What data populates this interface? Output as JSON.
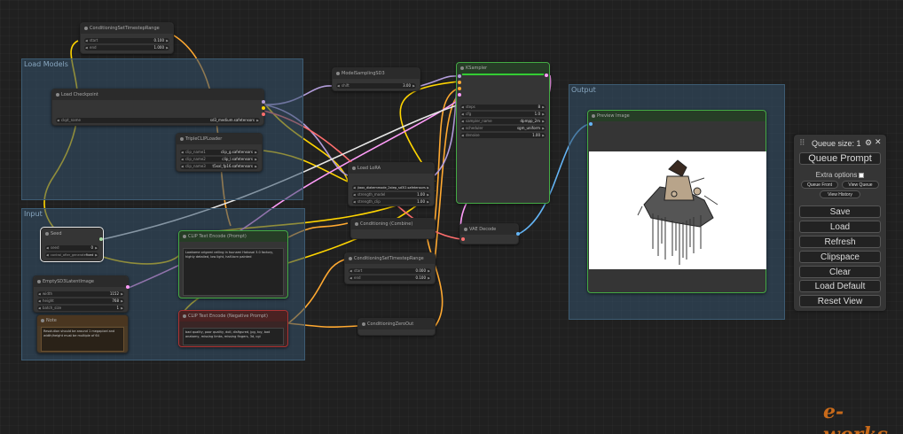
{
  "groups": {
    "load_models": "Load Models",
    "input": "Input",
    "output": "Output"
  },
  "nodes": {
    "cond_range_top": {
      "title": "ConditioningSetTimestepRange",
      "start_label": "start",
      "start_value": "0.100",
      "end_label": "end",
      "end_value": "1.000"
    },
    "load_checkpoint": {
      "title": "Load Checkpoint",
      "ckpt_label": "ckpt_name",
      "ckpt_value": "sd3_medium.safetensors"
    },
    "triple_clip": {
      "title": "TripleCLIPLoader",
      "c1_label": "clip_name1",
      "c1_value": "clip_g.safetensors",
      "c2_label": "clip_name2",
      "c2_value": "clip_l.safetensors",
      "c3_label": "clip_name3",
      "c3_value": "t5xxl_fp16.safetensors"
    },
    "model_sampling": {
      "title": "ModelSamplingSD3",
      "shift_label": "shift",
      "shift_value": "3.00"
    },
    "ksampler": {
      "title": "KSampler",
      "steps_label": "steps",
      "steps_value": "8",
      "cfg_label": "cfg",
      "cfg_value": "1.0",
      "sampler_label": "sampler_name",
      "sampler_value": "dpmpp_2m",
      "scheduler_label": "scheduler",
      "scheduler_value": "sgm_uniform",
      "denoise_label": "denoise",
      "denoise_value": "1.00"
    },
    "load_lora": {
      "title": "Load LoRA",
      "lora_value": "jiaox_diakemmode_2step_sd3l2.safetensors",
      "sm_label": "strength_model",
      "sm_value": "1.00",
      "sc_label": "strength_clip",
      "sc_value": "1.00"
    },
    "cond_combine": {
      "title": "Conditioning (Combine)"
    },
    "cond_range_mid": {
      "title": "ConditioningSetTimestepRange",
      "start_label": "start",
      "start_value": "0.000",
      "end_label": "end",
      "end_value": "0.100"
    },
    "cond_zero": {
      "title": "ConditioningZeroOut"
    },
    "vae_decode": {
      "title": "VAE Decode"
    },
    "seed": {
      "title": "Seed",
      "seed_label": "seed",
      "seed_value": "0",
      "cag_label": "control_after_generate",
      "cag_value": "fixed"
    },
    "empty_latent": {
      "title": "EmptySD3LatentImage",
      "w_label": "width",
      "w_value": "1152",
      "h_label": "height",
      "h_value": "768",
      "b_label": "batch_size",
      "b_value": "1"
    },
    "note": {
      "title": "Note",
      "text": "Resolution should be around 1 megapixel and width/height must be multiple of 64"
    },
    "clip_pos": {
      "title": "CLIP Text Encode (Prompt)",
      "text": "Lowkame origami ceiling in tsunami Hokusai 3.0 factory, highly detailed, low light, half-torn painted"
    },
    "clip_neg": {
      "title": "CLIP Text Encode (Negative Prompt)",
      "text": "bad quality, poor quality, doll, disfigured, jpg, toy, bad anatomy, missing limbs, missing fingers, 3d, cgi"
    },
    "preview": {
      "title": "Preview Image"
    }
  },
  "menu": {
    "queue_size": "Queue size: 1",
    "queue_prompt": "Queue Prompt",
    "extra_options": "Extra options",
    "queue_front": "Queue Front",
    "view_queue": "View Queue",
    "view_history": "View History",
    "save": "Save",
    "load": "Load",
    "refresh": "Refresh",
    "clipspace": "Clipspace",
    "clear": "Clear",
    "load_default": "Load Default",
    "reset_view": "Reset View"
  },
  "icons": {
    "drag": "drag-handle-icon",
    "gear": "gear-icon",
    "close": "close-icon"
  },
  "colors": {
    "model_link": "#b39ddb",
    "clip_link": "#ffd500",
    "cond_link": "#ffa931",
    "latent_link": "#ff9cf9",
    "vae_link": "#ff6e6e",
    "image_link": "#64b5f6",
    "int_link": "#a1d9a0"
  },
  "watermark": "e-works"
}
